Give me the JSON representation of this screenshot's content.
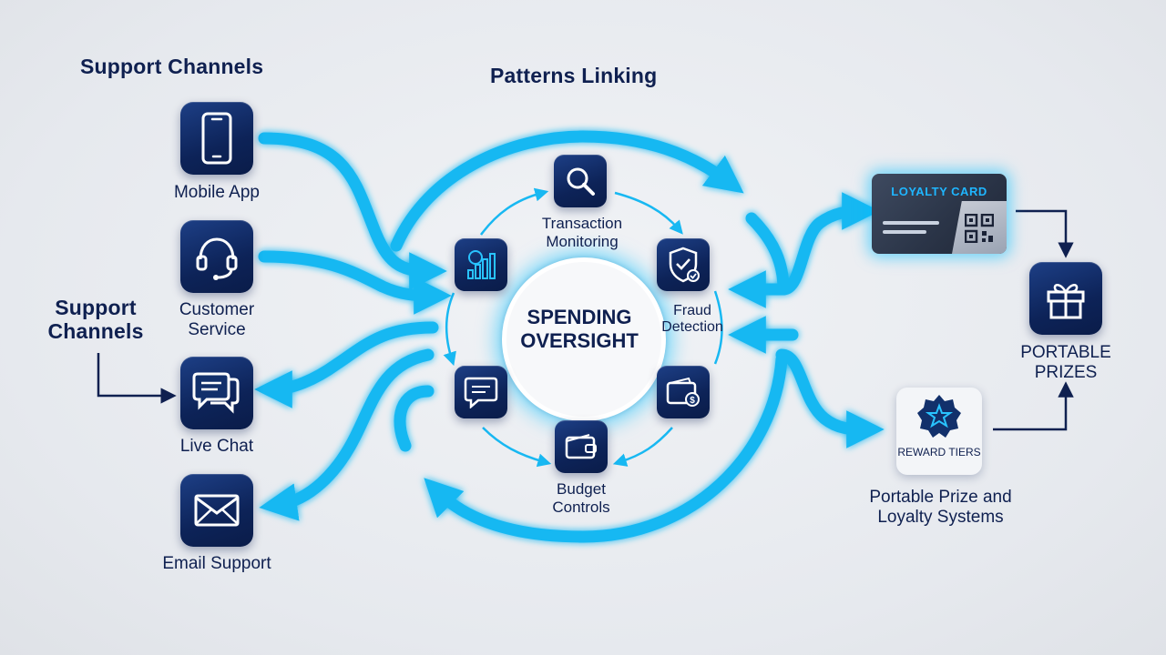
{
  "titles": {
    "support_channels_top": "Support Channels",
    "patterns_linking": "Patterns Linking",
    "support_channels_side": "Support Channels",
    "portable_prize_systems": "Portable Prize and Loyalty Systems"
  },
  "channels": {
    "mobile_app": "Mobile App",
    "customer_service": "Customer Service",
    "live_chat": "Live Chat",
    "email_support": "Email Support"
  },
  "center": {
    "label": "SPENDING OVERSIGHT"
  },
  "patterns": {
    "transaction_monitoring": "Transaction Monitoring",
    "fraud_detection": "Fraud Detection",
    "budget_controls": "Budget Controls"
  },
  "rewards": {
    "loyalty_card": "LOYALTY CARD",
    "reward_tiers": "REWARD TIERS",
    "portable_prizes": "PORTABLE PRIZES"
  },
  "colors": {
    "navy": "#0f2050",
    "tile": "#12306b",
    "flow": "#18b8f2",
    "glow": "#00beff",
    "background": "#e9ecf0"
  },
  "icons": [
    "phone-icon",
    "headset-icon",
    "chat-icon",
    "mail-icon",
    "search-icon",
    "chart-icon",
    "shield-check-icon",
    "speech-bubble-icon",
    "wallet-icon",
    "money-wallet-icon",
    "gift-icon",
    "star-badge-icon",
    "qr-code-icon"
  ]
}
